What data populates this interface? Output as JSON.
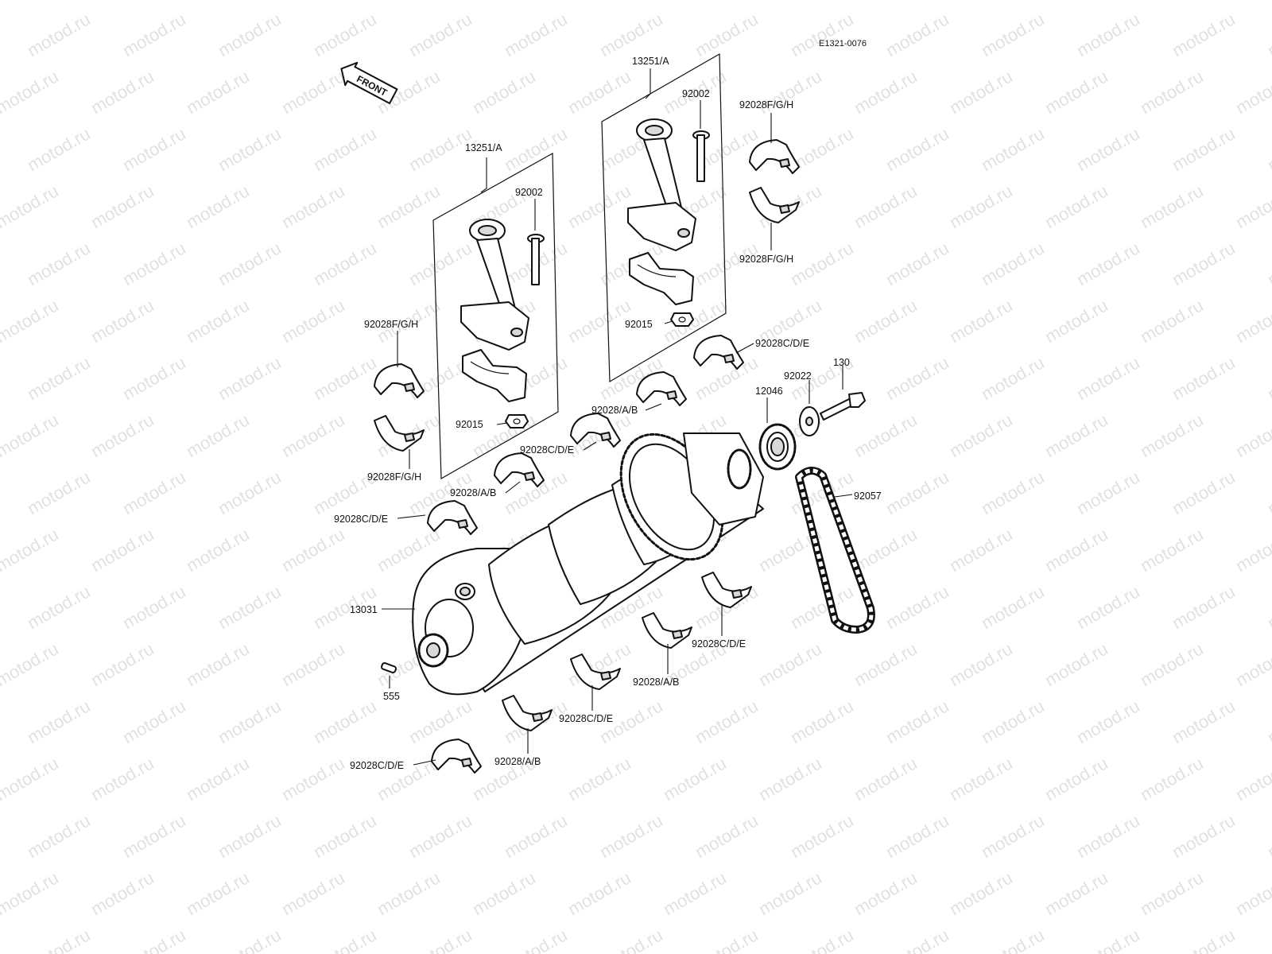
{
  "diagram_code": "E1321-0076",
  "front_arrow_label": "FRONT",
  "watermark": "motod.ru",
  "labels": {
    "rod_assy_left": "13251/A",
    "rod_assy_right": "13251/A",
    "bolt_left": "92002",
    "bolt_right": "92002",
    "nut_left": "92015",
    "nut_right": "92015",
    "rod_bearing_top_left": "92028F/G/H",
    "rod_bearing_bottom_left": "92028F/G/H",
    "rod_bearing_top_right": "92028F/G/H",
    "rod_bearing_bottom_right": "92028F/G/H",
    "main_bearing_cde_1": "92028C/D/E",
    "main_bearing_cde_2": "92028C/D/E",
    "main_bearing_cde_3": "92028C/D/E",
    "main_bearing_cde_4": "92028C/D/E",
    "main_bearing_cde_5": "92028C/D/E",
    "main_bearing_cde_6": "92028C/D/E",
    "main_bearing_ab_1": "92028/A/B",
    "main_bearing_ab_2": "92028/A/B",
    "main_bearing_ab_3": "92028/A/B",
    "main_bearing_ab_4": "92028/A/B",
    "sprocket": "12046",
    "washer": "92022",
    "bolt_130": "130",
    "chain": "92057",
    "crankshaft": "13031",
    "pin": "555"
  }
}
